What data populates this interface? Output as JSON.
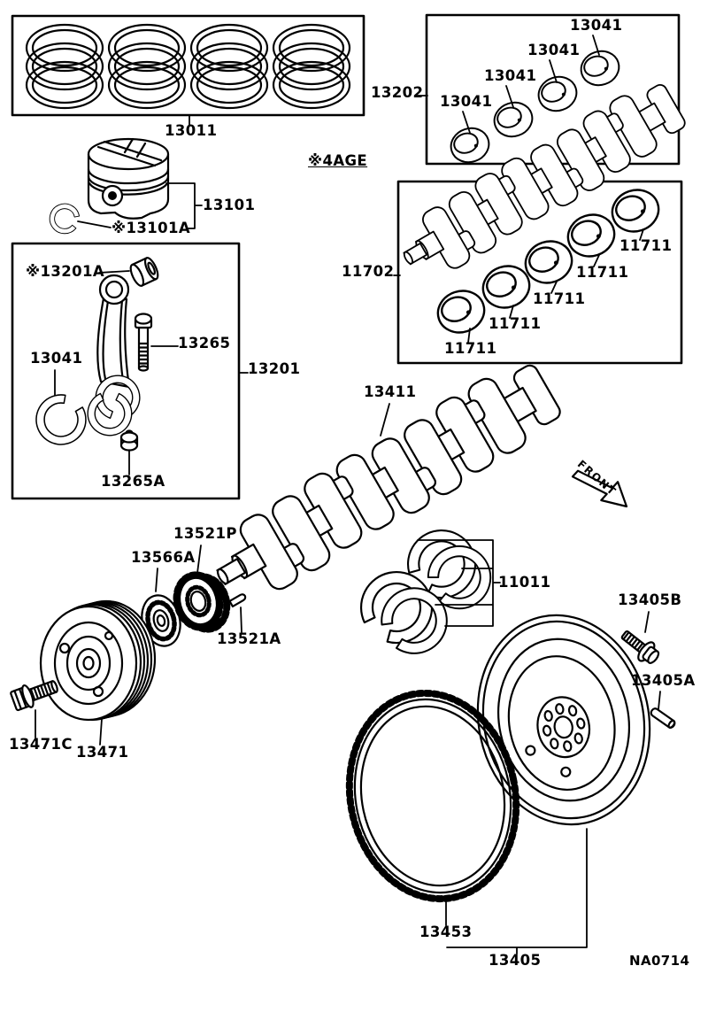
{
  "diagram": {
    "code": "NA0714",
    "engine_note": "※4AGE",
    "front_label": "FRONT"
  },
  "parts": {
    "piston_ring_set": "13011",
    "piston": "13101",
    "piston_snap_ring": "※13101A",
    "rod_small_end_bush": "※13201A",
    "rod_bolt": "13265",
    "rod_bearing": "13041",
    "connecting_rod": "13201",
    "rod_nut": "13265A",
    "main_bearing_upper_set": "13202",
    "main_bearing_upper": "13041",
    "main_bearing_lower_set": "11702",
    "main_bearing_lower": "11711",
    "crankshaft": "13411",
    "timing_sprocket": "13521P",
    "sprocket_guide": "13566A",
    "crankshaft_key": "13521A",
    "thrust_washer_set": "11011",
    "flywheel_bolt": "13405B",
    "flywheel_dowel_pin": "13405A",
    "pulley_bolt": "13471C",
    "crankshaft_pulley": "13471",
    "ring_gear": "13453",
    "flywheel": "13405"
  }
}
